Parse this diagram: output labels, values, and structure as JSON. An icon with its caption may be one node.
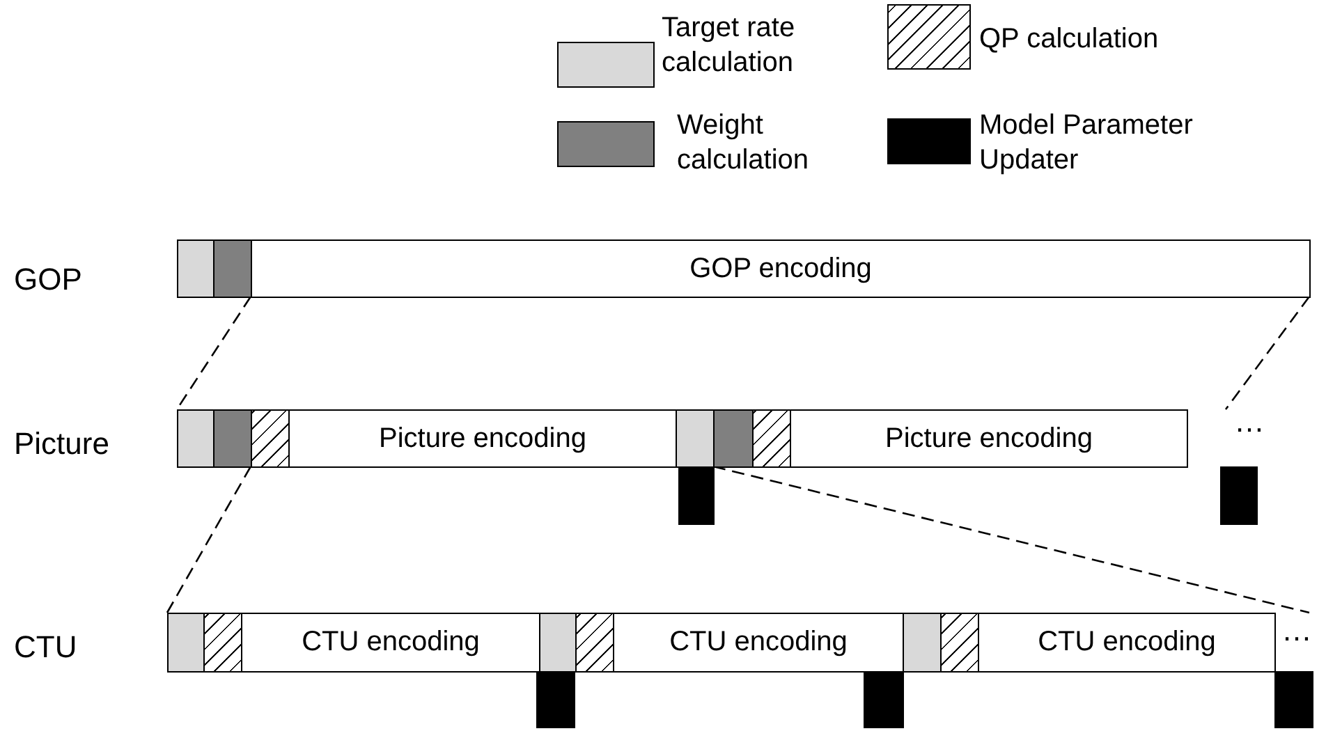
{
  "diagram": {
    "nodes": [
      {
        "text": [],
        "shape": "box"
      },
      {
        "text": [],
        "shape": "box"
      },
      {
        "text": [
          "GOP encoding"
        ]
      },
      {
        "text": [],
        "shape": "box"
      },
      {
        "text": [],
        "shape": "box"
      },
      {
        "text": [],
        "shape": "box"
      },
      {
        "text": [
          "Picture encoding"
        ]
      },
      {
        "text": [],
        "shape": "box"
      },
      {
        "text": [],
        "shape": "box"
      },
      {
        "text": [],
        "shape": "box"
      },
      {
        "text": [
          "Picture encoding"
        ]
      },
      {
        "text": [],
        "shape": "box"
      },
      {
        "text": [],
        "shape": "box"
      },
      {
        "text": [],
        "shape": "box"
      },
      {
        "text": [],
        "shape": "box"
      },
      {
        "text": [
          "CTU encoding"
        ]
      },
      {
        "text": [],
        "shape": "box"
      },
      {
        "text": [],
        "shape": "box"
      },
      {
        "text": [
          "CTU encoding"
        ]
      },
      {
        "text": [],
        "shape": "box"
      },
      {
        "text": [],
        "shape": "box"
      },
      {
        "text": [
          "CTU encoding"
        ]
      },
      {
        "text": [],
        "shape": "box"
      },
      {
        "text": [],
        "shape": "box"
      },
      {
        "text": [],
        "shape": "box"
      }
    ],
    "edges": [
      {
        "from": 1,
        "to": 3,
        "arrow": "none",
        "style": "dashed"
      },
      {
        "from": 2,
        "to": null,
        "arrow": "none",
        "style": "dashed"
      },
      {
        "from": 5,
        "to": 13,
        "arrow": "none",
        "style": "dashed"
      },
      {
        "from": 7,
        "to": null,
        "arrow": "none",
        "style": "dashed"
      }
    ],
    "labels": [
      "GOP",
      "Picture",
      "…",
      "CTU",
      "…"
    ],
    "legend": [
      {
        "text": "Target rate calculation",
        "color": "#d9d9d9"
      },
      {
        "text": "QP calculation"
      },
      {
        "text": "Weight calculation",
        "color": "#808080"
      },
      {
        "text": "Model Parameter Updater",
        "color": "#000000"
      }
    ]
  }
}
